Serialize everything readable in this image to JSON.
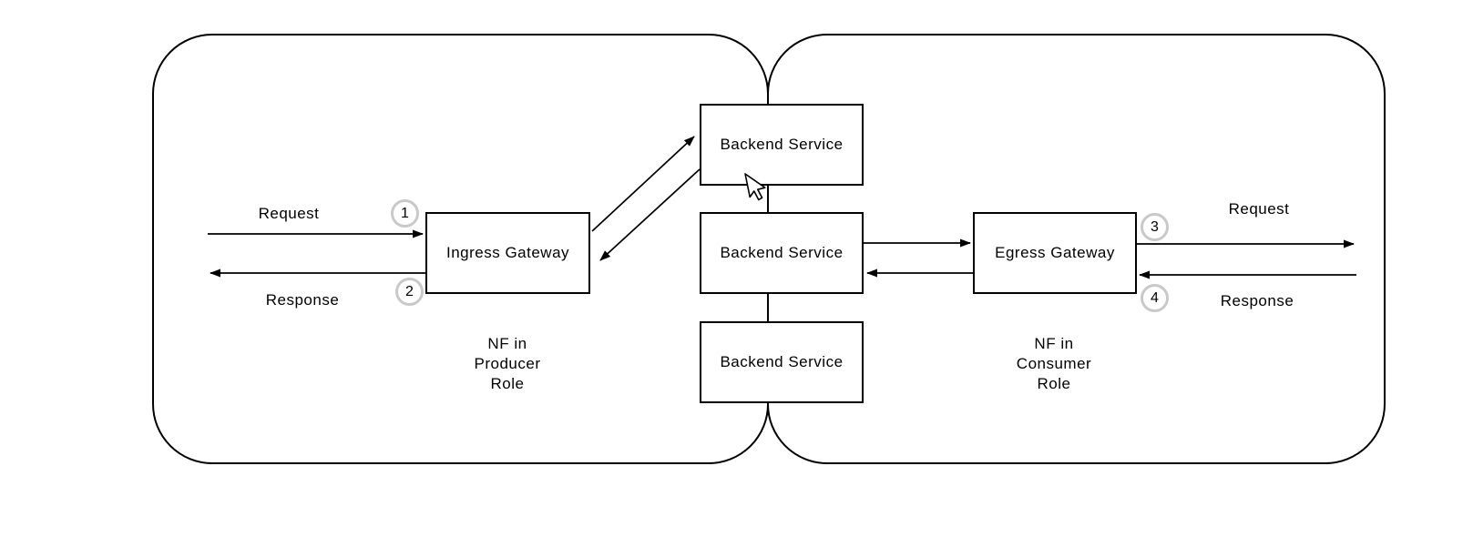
{
  "nodes": {
    "ingress": {
      "label": "Ingress Gateway"
    },
    "egress": {
      "label": "Egress Gateway"
    },
    "backend": [
      {
        "label": "Backend Service"
      },
      {
        "label": "Backend Service"
      },
      {
        "label": "Backend Service"
      }
    ]
  },
  "zones": {
    "producer": {
      "lines": [
        "NF in",
        "Producer",
        "Role"
      ]
    },
    "consumer": {
      "lines": [
        "NF in",
        "Consumer",
        "Role"
      ]
    }
  },
  "flows": {
    "left_request": {
      "label": "Request",
      "step": "1"
    },
    "left_response": {
      "label": "Response",
      "step": "2"
    },
    "right_request": {
      "label": "Request",
      "step": "3"
    },
    "right_response": {
      "label": "Response",
      "step": "4"
    }
  },
  "icons": {
    "cursor": "mouse-pointer-icon"
  },
  "colors": {
    "background": "#ffffff",
    "stroke": "#000000",
    "step_ring": "#c9c9c9"
  }
}
